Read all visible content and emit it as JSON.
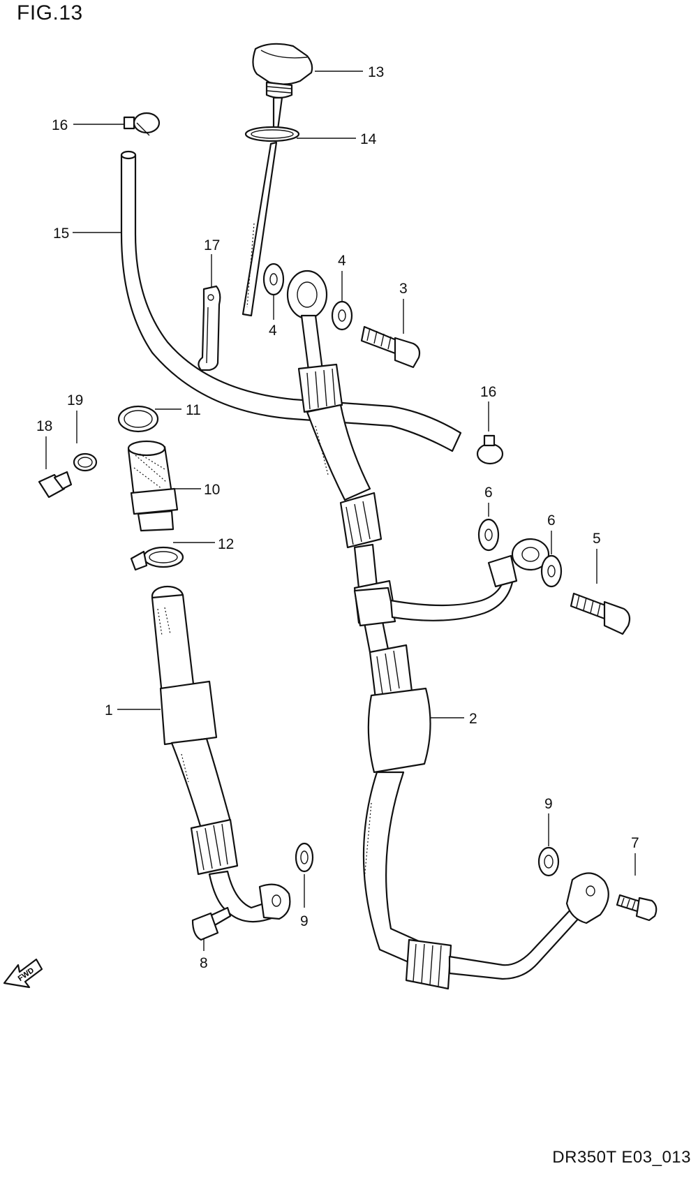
{
  "figure": {
    "title": "FIG.13",
    "code": "DR350T E03_013",
    "fwd_label": "FWD"
  },
  "callouts": [
    {
      "id": "c13",
      "label": "13",
      "part": "oil filler cap"
    },
    {
      "id": "c14",
      "label": "14",
      "part": "o-ring"
    },
    {
      "id": "c16a",
      "label": "16",
      "part": "hose clamp"
    },
    {
      "id": "c15",
      "label": "15",
      "part": "breather hose"
    },
    {
      "id": "c17",
      "label": "17",
      "part": "hose guide"
    },
    {
      "id": "c4a",
      "label": "4",
      "part": "gasket"
    },
    {
      "id": "c4b",
      "label": "4",
      "part": "gasket"
    },
    {
      "id": "c3",
      "label": "3",
      "part": "union bolt"
    },
    {
      "id": "c16b",
      "label": "16",
      "part": "hose clamp"
    },
    {
      "id": "c19",
      "label": "19",
      "part": "clamp"
    },
    {
      "id": "c18",
      "label": "18",
      "part": "drain plug"
    },
    {
      "id": "c11",
      "label": "11",
      "part": "o-ring"
    },
    {
      "id": "c10",
      "label": "10",
      "part": "oil strainer"
    },
    {
      "id": "c12",
      "label": "12",
      "part": "hose clamp"
    },
    {
      "id": "c6a",
      "label": "6",
      "part": "gasket"
    },
    {
      "id": "c6b",
      "label": "6",
      "part": "gasket"
    },
    {
      "id": "c5",
      "label": "5",
      "part": "union bolt"
    },
    {
      "id": "c1",
      "label": "1",
      "part": "oil hose"
    },
    {
      "id": "c2",
      "label": "2",
      "part": "oil hose"
    },
    {
      "id": "c9a",
      "label": "9",
      "part": "gasket"
    },
    {
      "id": "c9b",
      "label": "9",
      "part": "gasket"
    },
    {
      "id": "c7",
      "label": "7",
      "part": "bolt"
    },
    {
      "id": "c8",
      "label": "8",
      "part": "bolt"
    }
  ]
}
